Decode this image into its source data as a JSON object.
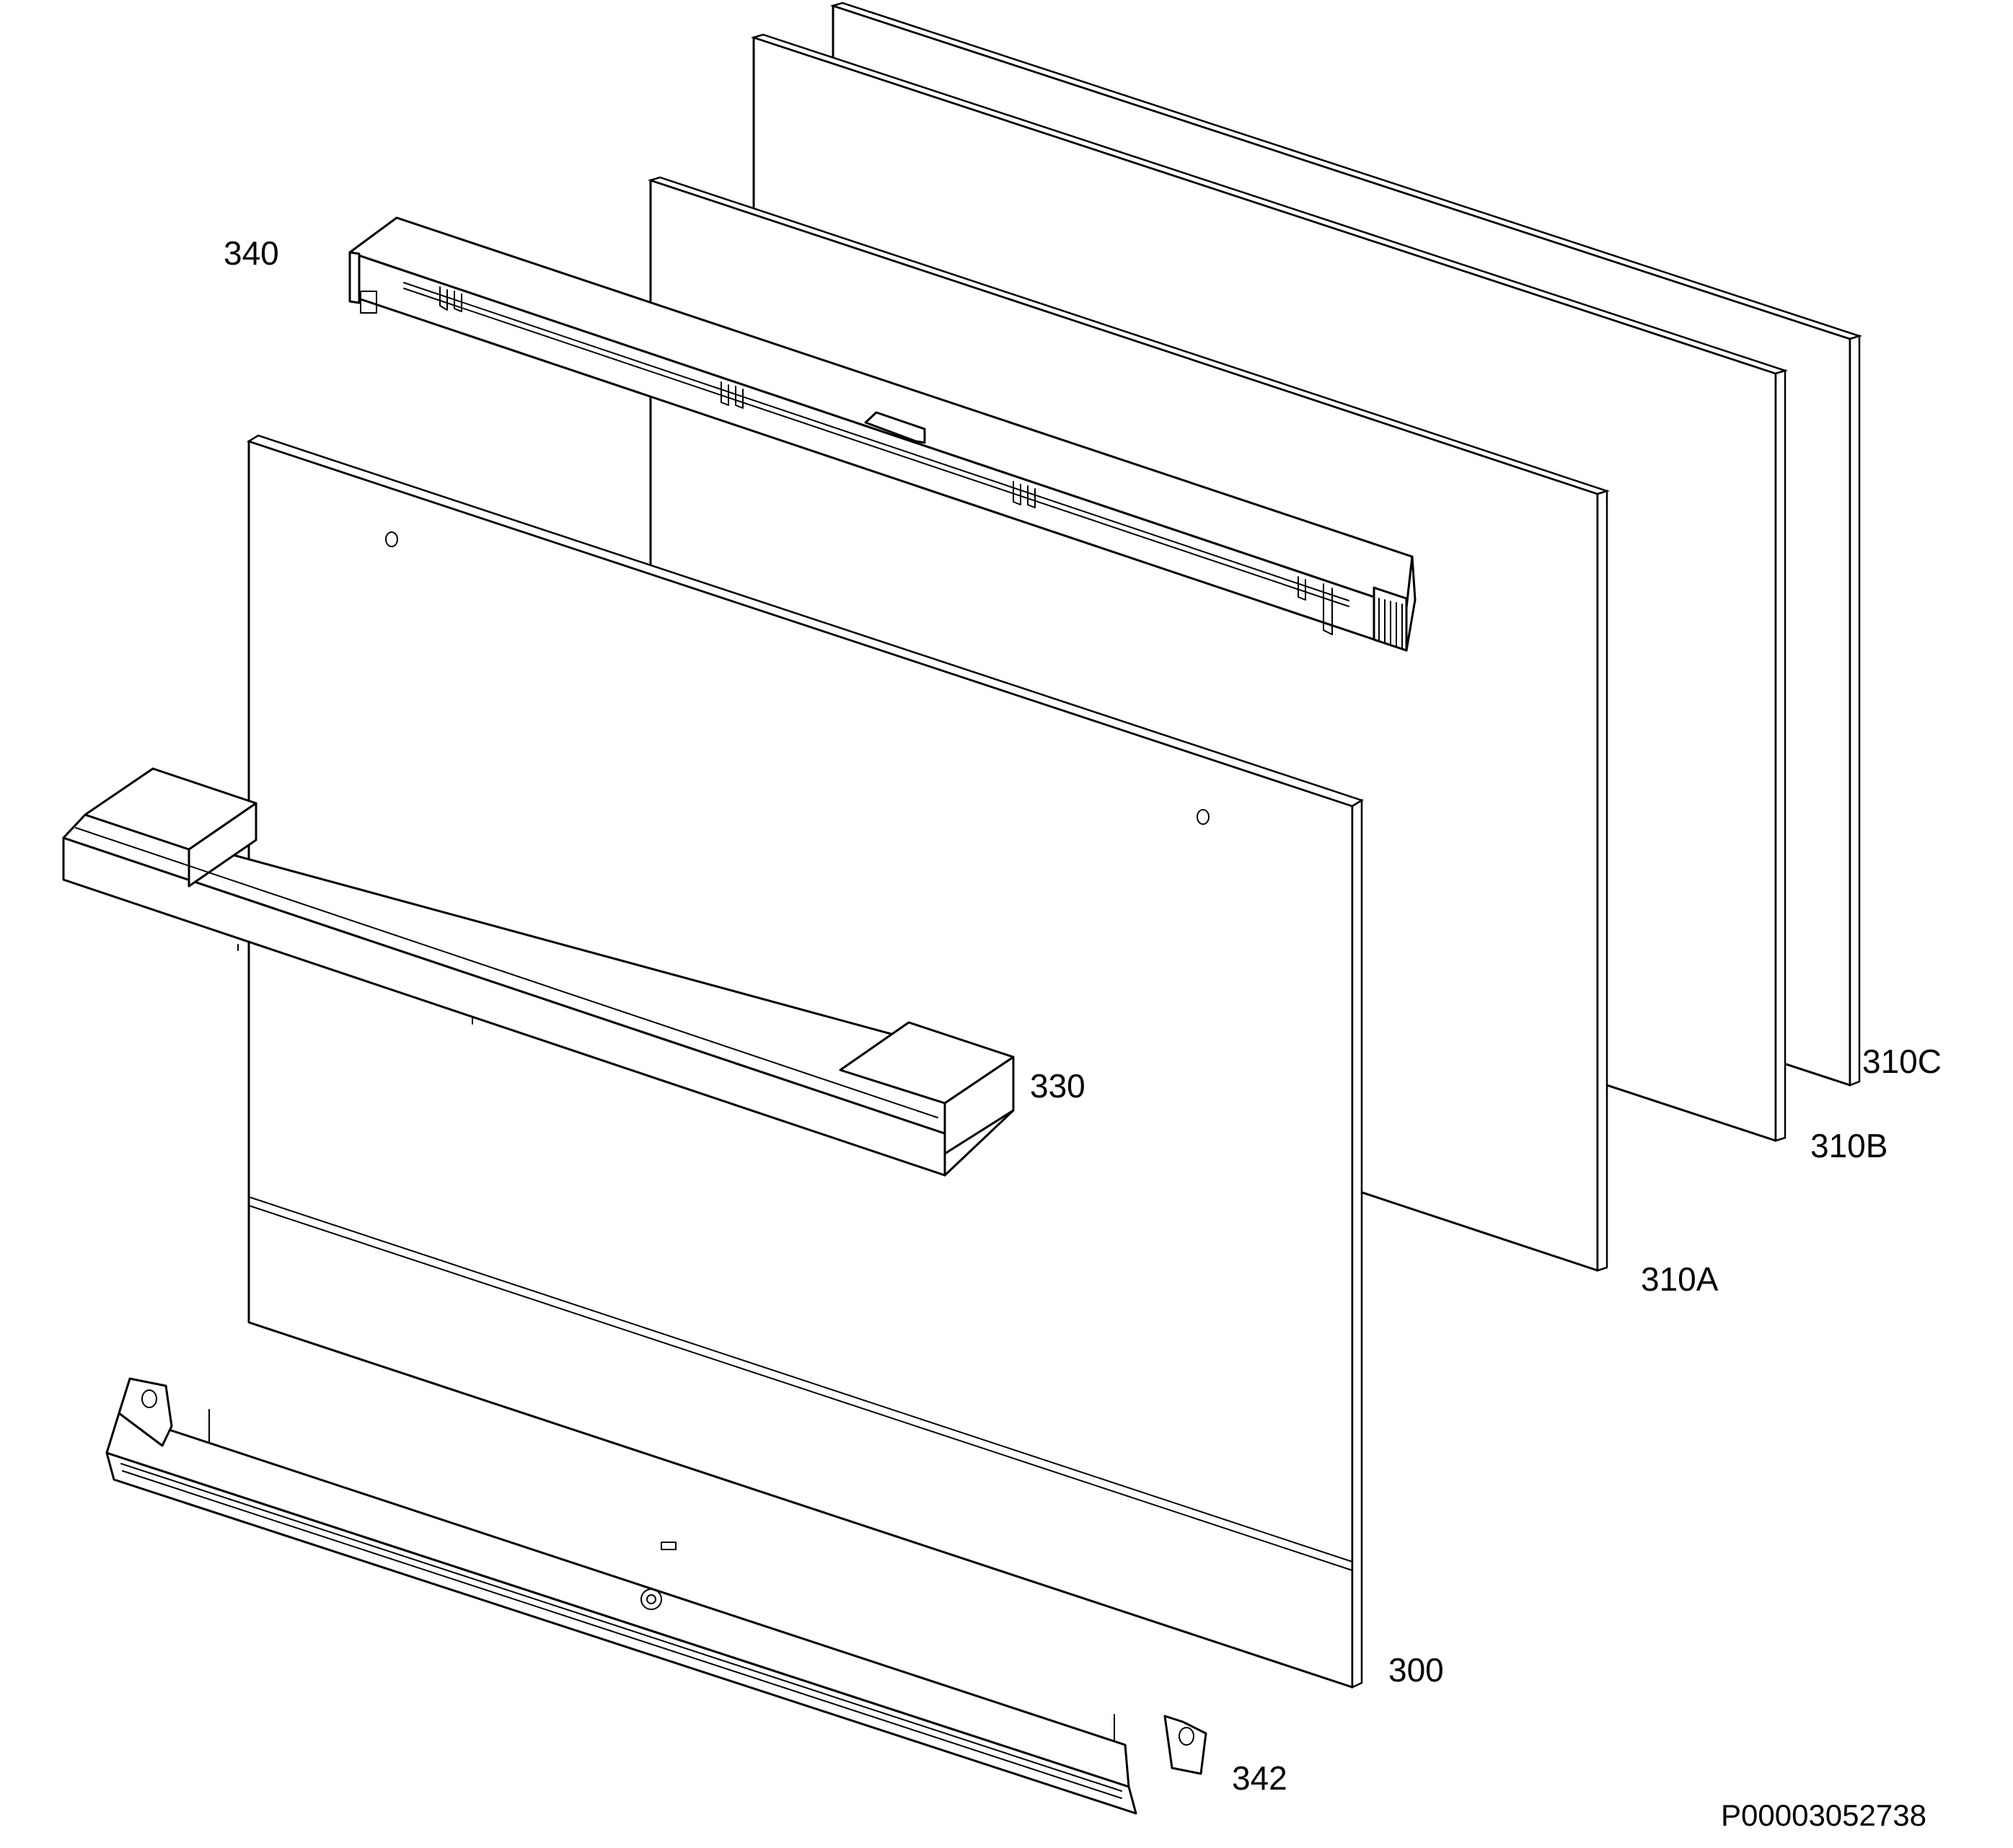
{
  "diagram": {
    "parts": [
      {
        "id": "310C",
        "label": "310C"
      },
      {
        "id": "310B",
        "label": "310B"
      },
      {
        "id": "310A",
        "label": "310A"
      },
      {
        "id": "340",
        "label": "340"
      },
      {
        "id": "330",
        "label": "330"
      },
      {
        "id": "300",
        "label": "300"
      },
      {
        "id": "342",
        "label": "342"
      }
    ],
    "document_number": "P00003052738"
  }
}
